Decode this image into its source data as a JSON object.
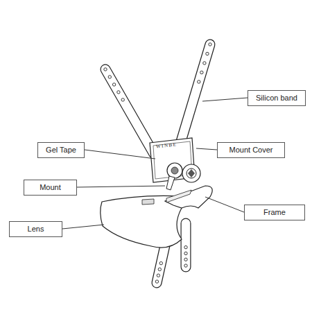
{
  "diagram": {
    "nodes": [
      {
        "text": [
          "Silicon band"
        ]
      },
      {
        "text": [
          "Gel Tape"
        ]
      },
      {
        "text": [
          "Mount Cover"
        ]
      },
      {
        "text": [
          "Mount"
        ]
      },
      {
        "text": [
          "Frame"
        ]
      },
      {
        "text": [
          "Lens"
        ]
      }
    ],
    "labels": [
      "WINBE"
    ]
  }
}
